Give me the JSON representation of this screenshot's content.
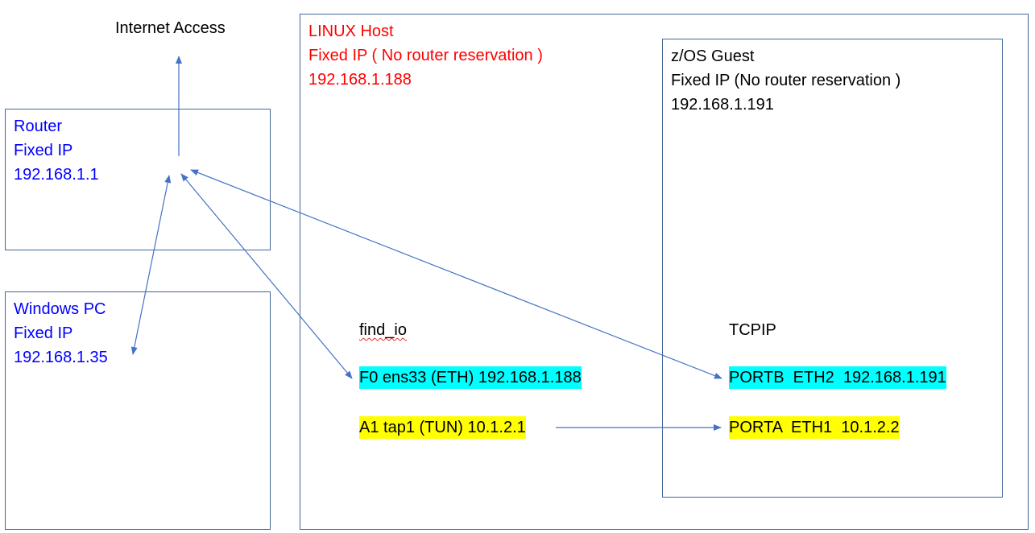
{
  "internet": {
    "label": "Internet Access"
  },
  "router": {
    "lines": [
      "Router",
      "Fixed IP",
      "192.168.1.1"
    ]
  },
  "windows_pc": {
    "lines": [
      "Windows PC",
      "Fixed IP",
      "192.168.1.35"
    ]
  },
  "linux_host": {
    "lines": [
      "LINUX Host",
      "Fixed IP ( No router reservation )",
      "192.168.1.188"
    ]
  },
  "zos_guest": {
    "lines": [
      "z/OS Guest",
      "Fixed IP (No router reservation )",
      "192.168.1.191"
    ]
  },
  "find_io": {
    "label": "find_io",
    "f0": "F0 ens33 (ETH) 192.168.1.188",
    "a1": "A1 tap1 (TUN) 10.1.2.1"
  },
  "tcpip": {
    "label": "TCPIP",
    "portb": "PORTB  ETH2  192.168.1.191",
    "porta": "PORTA  ETH1  10.1.2.2"
  },
  "colors": {
    "box_border": "#41659a",
    "arrow": "#4472c4",
    "device_text": "#0000ff",
    "host_text": "#ff0000",
    "eth_highlight": "#00ffff",
    "tun_highlight": "#ffff00"
  }
}
